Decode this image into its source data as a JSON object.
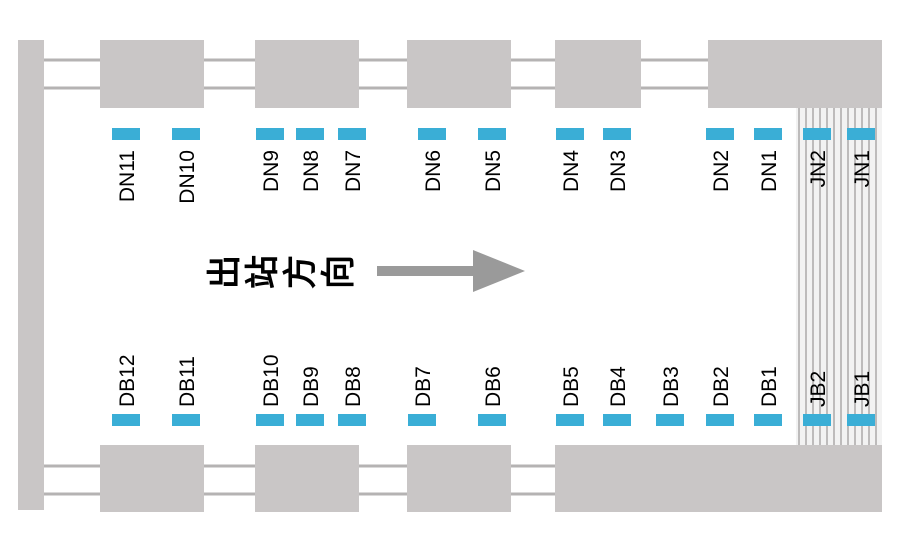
{
  "title": "",
  "direction_label": "出站方向",
  "colors": {
    "block": "#c9c6c6",
    "sensor": "#3aaed6",
    "rail": "#b5b3b3",
    "arrow": "#9a9a9a",
    "text": "#000000"
  },
  "top_sensors": [
    "DN11",
    "DN10",
    "DN9",
    "DN8",
    "DN7",
    "DN6",
    "DN5",
    "DN4",
    "DN3",
    "DN2",
    "DN1",
    "JN2",
    "JN1"
  ],
  "bottom_sensors": [
    "DB12",
    "DB11",
    "DB10",
    "DB9",
    "DB8",
    "DB7",
    "DB6",
    "DB5",
    "DB4",
    "DB3",
    "DB2",
    "DB1",
    "JB2",
    "JB1"
  ]
}
